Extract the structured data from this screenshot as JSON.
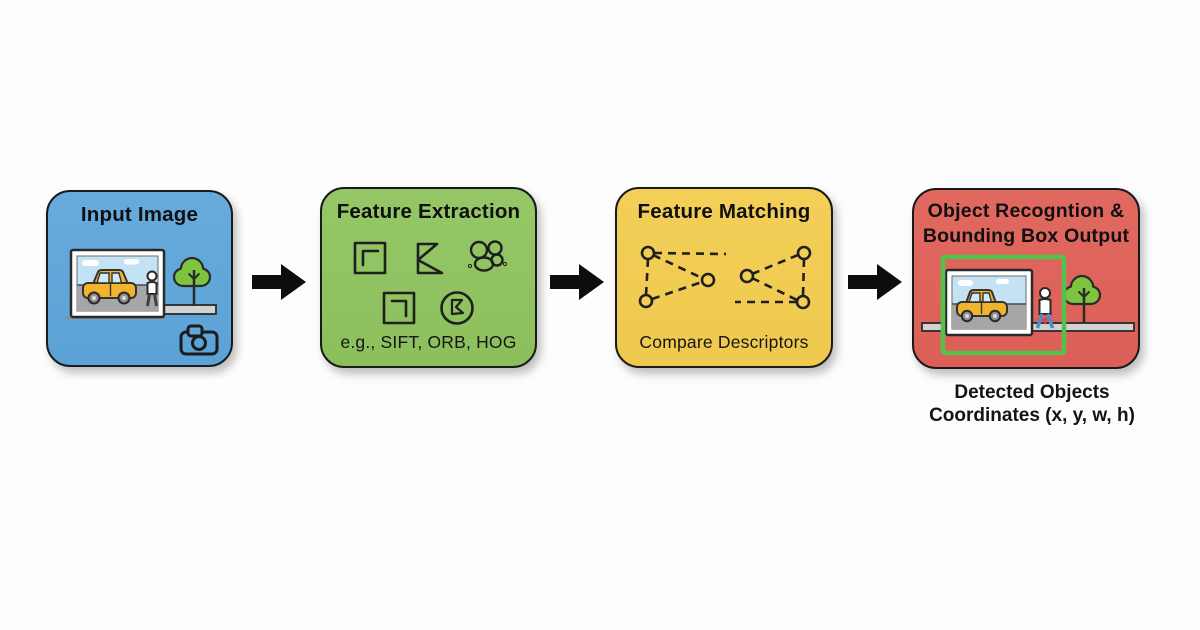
{
  "page": {
    "background_color": "#fdfdfd"
  },
  "diagram": {
    "steps": [
      {
        "title": "Input Image",
        "color": "#61a7da",
        "caption": "",
        "icons": [
          "photo-frame",
          "car",
          "pedestrian",
          "tree",
          "camera-icon"
        ]
      },
      {
        "title": "Feature Extraction",
        "color": "#92c463",
        "caption": "e.g., SIFT, ORB, HOG",
        "icons": [
          "corner-feature-icon",
          "edge-feature-icon",
          "blob-feature-icon",
          "patch-feature-icon",
          "keypoint-feature-icon"
        ]
      },
      {
        "title": "Feature Matching",
        "color": "#f2cc52",
        "caption": "Compare Descriptors",
        "icons": [
          "matching-graph"
        ]
      },
      {
        "title": "Object Recogntion & Bounding Box Output",
        "color": "#df645c",
        "caption": "",
        "icons": [
          "photo-frame",
          "car",
          "pedestrian",
          "tree",
          "bounding-box-overlay"
        ]
      }
    ],
    "arrow_color": "#0d0d0d",
    "bounding_box_color": "#55c14c",
    "output_caption": {
      "line1": "Detected Objects",
      "line2": "Coordinates (x, y, w, h)"
    }
  }
}
